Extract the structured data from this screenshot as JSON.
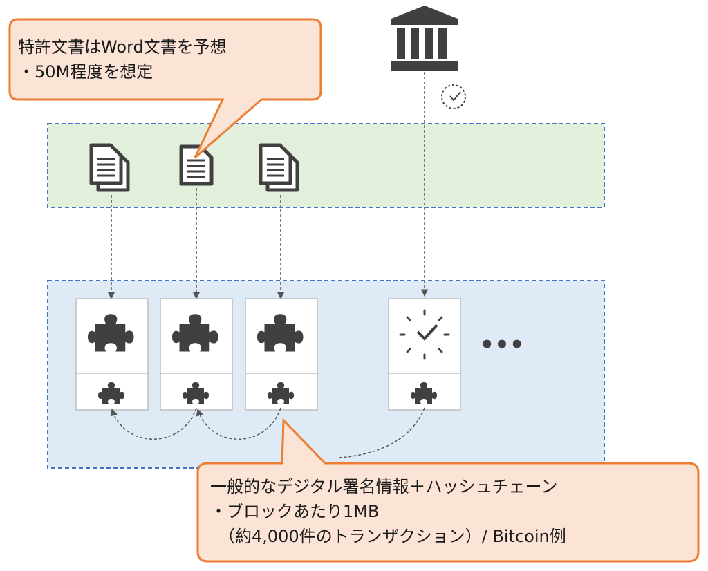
{
  "callout_top": {
    "lines": [
      "特許文書はWord文書を予想",
      "・50M程度を想定"
    ]
  },
  "callout_bottom": {
    "lines": [
      "一般的なデジタル署名情報＋ハッシュチェーン",
      "・ブロックあたり1MB",
      "　（約4,000件のトランザクション）/ Bitcoin例"
    ]
  },
  "ellipsis": "•••",
  "colors": {
    "callout_fill": "#fbe3d6",
    "callout_stroke": "#ed7d31",
    "green_band": "#e2efda",
    "blue_band": "#deebf7",
    "band_border": "#4472c4",
    "icon": "#404040"
  },
  "icons": {
    "institution": "bank-icon",
    "timestamp_small": "clock-icon",
    "documents": [
      "document-stack-icon",
      "document-icon",
      "document-stack-icon"
    ],
    "blocks": [
      "puzzle-icon",
      "puzzle-icon",
      "puzzle-icon",
      "clock-icon"
    ]
  }
}
